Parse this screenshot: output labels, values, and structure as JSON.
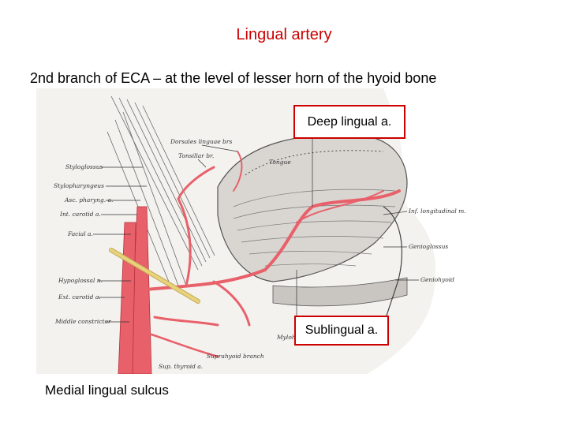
{
  "title": "Lingual artery",
  "subtitle": "2nd branch of ECA – at the level of lesser horn of the hyoid bone",
  "callouts": {
    "deep": "Deep lingual a.",
    "sublingual": "Sublingual a."
  },
  "caption": "Medial lingual sulcus",
  "figure": {
    "labels": {
      "dorsales": "Dorsales linguae brs",
      "tonsillar": "Tonsillar br.",
      "tongue": "Tongue",
      "styloglossus": "Styloglossus",
      "stylopharyngeus": "Stylopharyngeus",
      "asc_pharyng": "Asc. pharyng. a.",
      "int_carotid": "Int. carotid a.",
      "facial": "Facial a.",
      "hypoglossal": "Hypoglossal n.",
      "ext_carotid": "Ext. carotid a.",
      "middle_constrictor": "Middle constrictor",
      "sup_thyroid": "Sup. thyroid a.",
      "suprahyoid": "Suprahyoid branch",
      "mylohyoid": "Mylohyoid",
      "inf_longitudinal": "Inf. longitudinal m.",
      "genioglossus": "Genioglossus",
      "geniohyoid": "Geniohyoid"
    }
  },
  "colors": {
    "title": "#cc0000",
    "callout_border": "#cc0000",
    "artery": "#e8606a",
    "nerve": "#e8d27a"
  }
}
